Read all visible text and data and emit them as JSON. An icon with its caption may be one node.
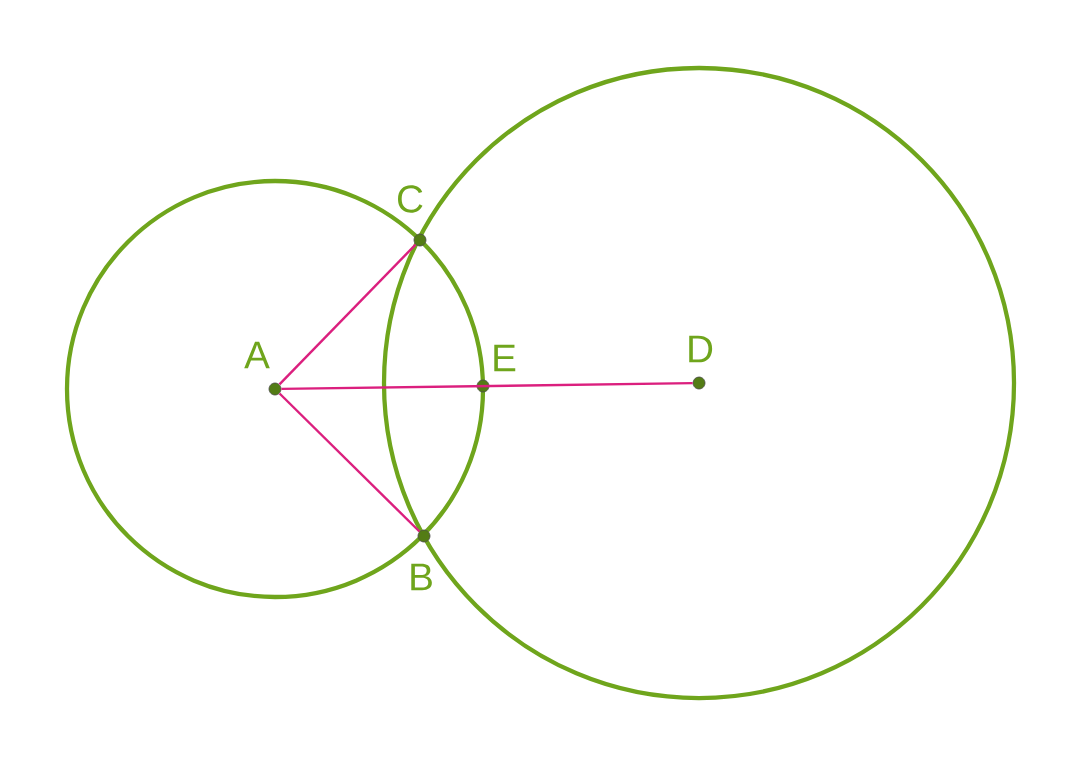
{
  "diagram": {
    "nodes": [
      {
        "text": [
          "A"
        ]
      },
      {
        "text": [
          "B"
        ]
      },
      {
        "text": [
          "C"
        ]
      },
      {
        "text": [
          "D"
        ]
      },
      {
        "text": [
          "E"
        ]
      }
    ],
    "edges": [
      {
        "from": 0,
        "to": 2,
        "arrow": "none"
      },
      {
        "from": 0,
        "to": 1,
        "arrow": "none"
      },
      {
        "from": 0,
        "to": 3,
        "arrow": "none"
      }
    ]
  }
}
